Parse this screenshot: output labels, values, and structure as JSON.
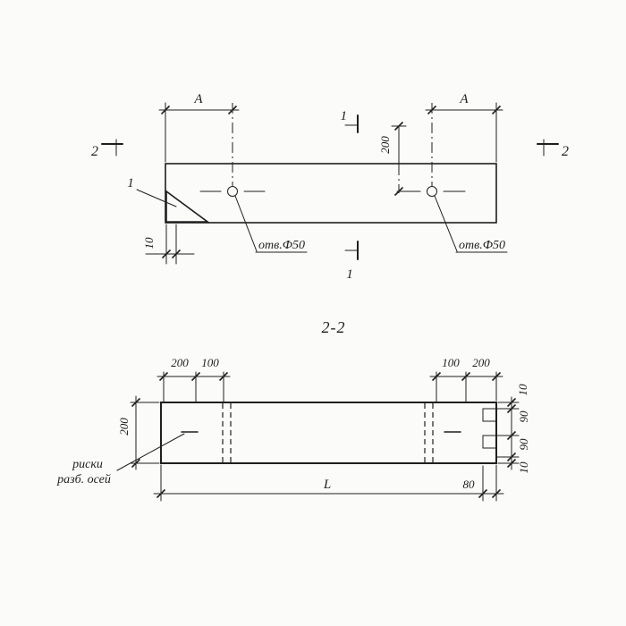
{
  "colors": {
    "ink": "#1f1f1f",
    "paper": "#fbfbfa"
  },
  "plan": {
    "detail_label": "1",
    "dim_a_left": "A",
    "dim_a_right": "A",
    "dim_vertical": "200",
    "dim_chamfer": "10",
    "hole_left_label": "отв.Ф50",
    "hole_right_label": "отв.Ф50",
    "section1_top_label": "1",
    "section1_bottom_label": "1",
    "section2_left_label": "2",
    "section2_right_label": "2"
  },
  "section": {
    "title": "2-2",
    "dim_height": "200",
    "top_left_dims": [
      "200",
      "100"
    ],
    "top_right_dims": [
      "100",
      "200"
    ],
    "right_dims": [
      "10",
      "90",
      "90",
      "10"
    ],
    "length_label": "L",
    "dim_80": "80",
    "note_line1": "риски",
    "note_line2": "разб. осей"
  }
}
